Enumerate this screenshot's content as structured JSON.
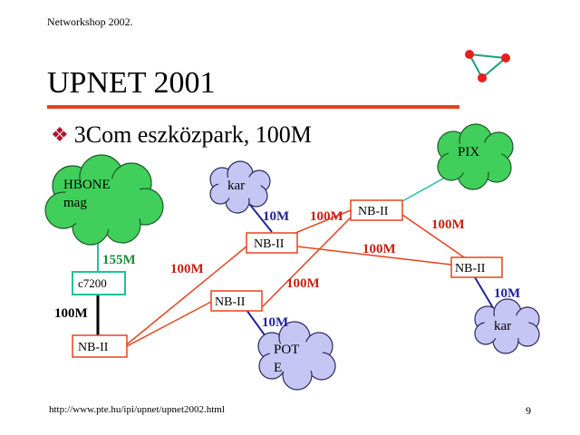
{
  "header_note": "Networkshop 2002.",
  "title": "UPNET 2001",
  "bullet": "3Com eszközpark, 100M",
  "footer_url": "http://www.pte.hu/ipi/upnet/upnet2002.html",
  "page_number": "9",
  "colors": {
    "accent_rule": "#e8421f",
    "bullet_glyph": "#b0142a",
    "green_cloud": "#3fcf5a",
    "lavender_cloud": "#c6c6f4",
    "red_link": "#e8421f",
    "blue_link": "#24249a",
    "teal_link": "#20c0a0",
    "black_link": "#000000",
    "red_label": "#c81e14",
    "blue_label": "#22229a",
    "green_label": "#1e8c3c"
  },
  "clouds": {
    "hbone": {
      "line1": "HBONE",
      "line2": "mag"
    },
    "pix": "PIX",
    "kar_top": "kar",
    "kar_right": "kar",
    "pot": {
      "line1": "POT",
      "line2": "E"
    }
  },
  "devices": {
    "nb_top": "NB-II",
    "nb_center": "NB-II",
    "nb_right": "NB-II",
    "nb_middle": "NB-II",
    "nb_left": "NB-II",
    "c7200": "c7200"
  },
  "links": {
    "kar_top_10m": "10M",
    "center_to_top_100m": "100M",
    "top_to_right_100m": "100M",
    "center_to_right_100m": "100M",
    "left_to_center_100m": "100M",
    "middle_to_top_100m": "100M",
    "right_to_kar_10m": "10M",
    "middle_to_pote_10m": "10M",
    "hbone_to_c7200_155m": "155M",
    "c7200_to_nb_100m": "100M"
  }
}
